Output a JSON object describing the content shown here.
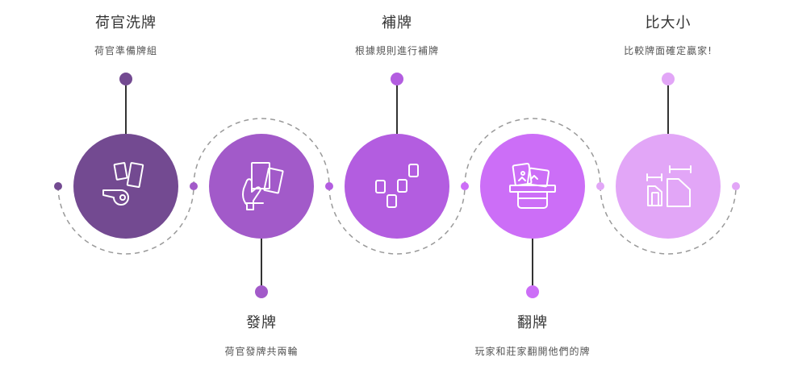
{
  "steps": [
    {
      "title": "荷官洗牌",
      "desc": "荷官準備牌組",
      "icon": "whistle-cards-icon",
      "color": "#734a91",
      "dot": "#734a91"
    },
    {
      "title": "發牌",
      "desc": "荷官發牌共兩輪",
      "icon": "hand-cards-icon",
      "color": "#a25ac9",
      "dot": "#a25ac9"
    },
    {
      "title": "補牌",
      "desc": "根據規則進行補牌",
      "icon": "card-stack-icon",
      "color": "#b35de0",
      "dot": "#b35de0"
    },
    {
      "title": "翻牌",
      "desc": "玩家和莊家翻開他們的牌",
      "icon": "flip-cards-icon",
      "color": "#cc6ef7",
      "dot": "#cc6ef7"
    },
    {
      "title": "比大小",
      "desc": "比較牌面確定贏家!",
      "icon": "compare-cards-icon",
      "color": "#e2a6f7",
      "dot": "#e2a6f7"
    }
  ]
}
